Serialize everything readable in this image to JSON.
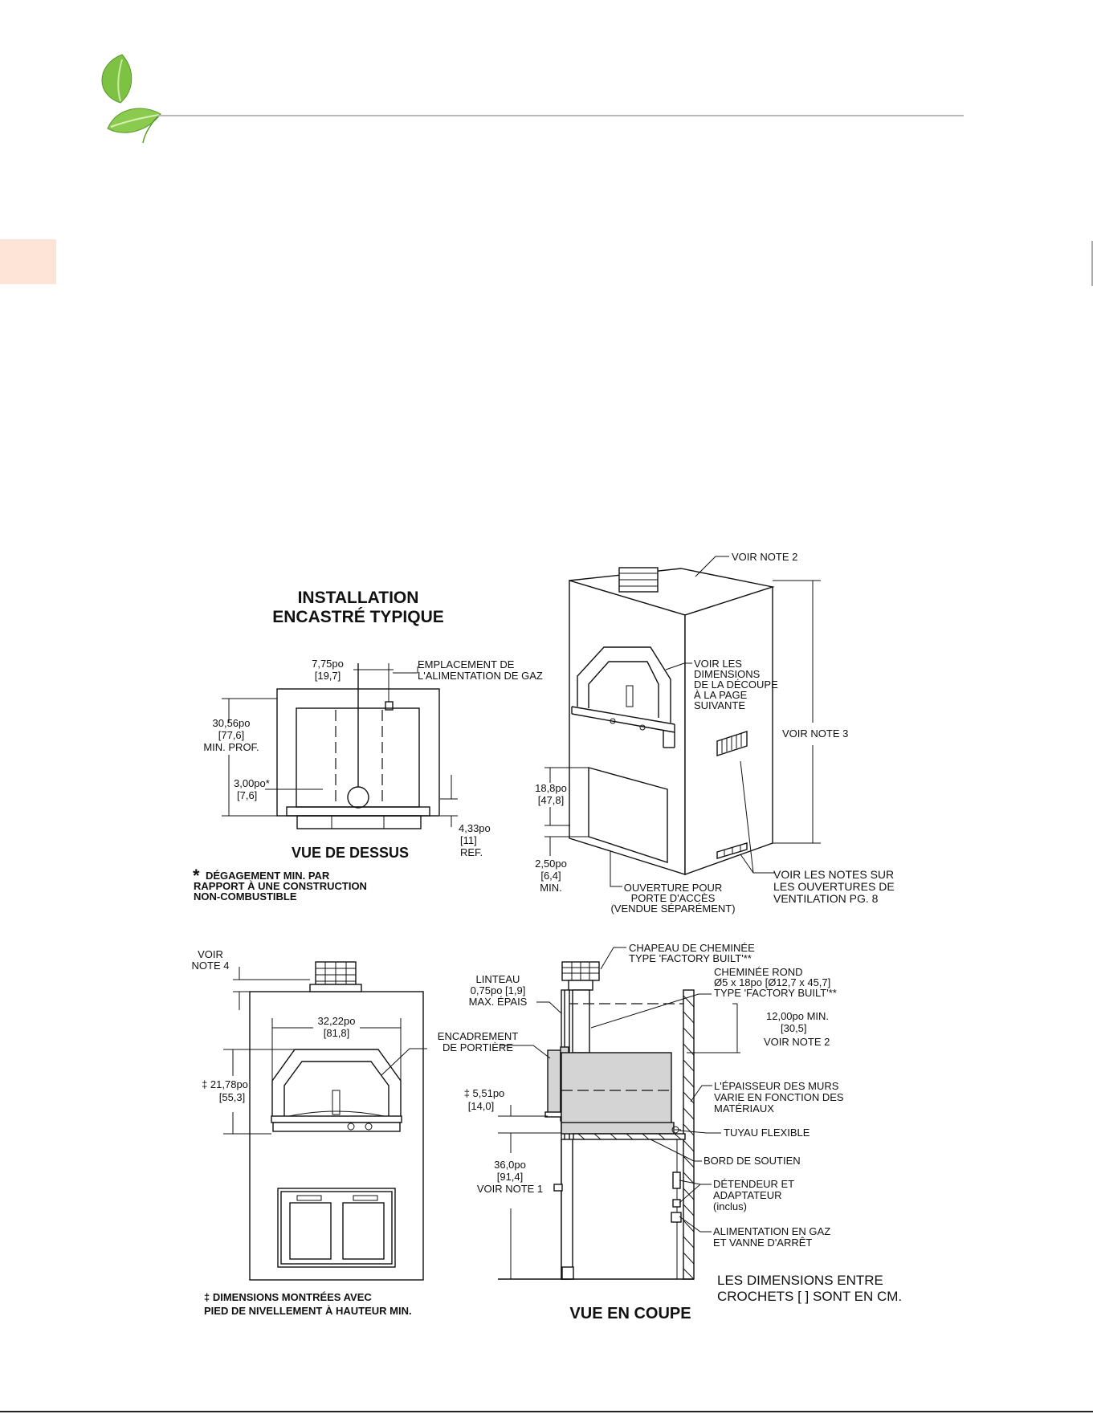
{
  "colors": {
    "accent_line": "#b8b8b8",
    "side_tab": "#fde4d6",
    "leaf_green": "#7dc243"
  },
  "icons": {
    "logo": "leaf-logo-icon",
    "tab": "side-tab-marker"
  },
  "title": {
    "line1": "INSTALLATION",
    "line2": "ENCASTRÉ TYPIQUE"
  },
  "top_view": {
    "dim_775": "7,75po",
    "dim_197": "[19,7]",
    "gas_label_1": "EMPLACEMENT DE",
    "gas_label_2": "L'ALIMENTATION DE GAZ",
    "depth_1": "30,56po",
    "depth_2": "[77,6]",
    "depth_3": "MIN. PROF.",
    "clr_1": "3,00po*",
    "clr_2": "[7,6]",
    "ref_1": "4,33po",
    "ref_2": "[11]",
    "ref_3": "REF.",
    "caption": "VUE DE DESSUS",
    "footnote_mark": "*",
    "footnote_1": "DÉGAGEMENT MIN. PAR",
    "footnote_2": "RAPPORT À UNE CONSTRUCTION",
    "footnote_3": "NON-COMBUSTIBLE"
  },
  "iso_view": {
    "note2": "VOIR NOTE 2",
    "note3": "VOIR NOTE 3",
    "cutout_1": "VOIR LES",
    "cutout_2": "DIMENSIONS",
    "cutout_3": "DE LA DÉCOUPE",
    "cutout_4": "À LA PAGE",
    "cutout_5": "SUIVANTE",
    "h188_1": "18,8po",
    "h188_2": "[47,8]",
    "h250_1": "2,50po",
    "h250_2": "[6,4]",
    "h250_3": "MIN.",
    "access_1": "OUVERTURE POUR",
    "access_2": "PORTE D'ACCÈS",
    "access_3": "(VENDUE SÉPARÉMENT)",
    "vent_1": "VOIR LES NOTES SUR",
    "vent_2": "LES OUVERTURES DE",
    "vent_3": "VENTILATION PG. 8"
  },
  "front_view": {
    "note4_1": "VOIR",
    "note4_2": "NOTE 4",
    "w_1": "32,22po",
    "w_2": "[81,8]",
    "h_1": "‡ 21,78po",
    "h_2": "[55,3]",
    "footnote_1": "‡  DIMENSIONS MONTRÉES AVEC",
    "footnote_2": "PIED DE NIVELLEMENT À HAUTEUR MIN."
  },
  "section_view": {
    "cap_1": "CHAPEAU DE CHEMINÉE",
    "cap_2": "TYPE 'FACTORY BUILT'**",
    "chim_1": "CHEMINÉE ROND",
    "chim_2": "Ø5 x 18po [Ø12,7 x 45,7]",
    "chim_3": "TYPE 'FACTORY BUILT'**",
    "lint_1": "LINTEAU",
    "lint_2": "0,75po [1,9]",
    "lint_3": "MAX. ÉPAIS",
    "clr_1": "12,00po MIN.",
    "clr_2": "[30,5]",
    "clr_3": "VOIR NOTE 2",
    "frame_1": "ENCADREMENT",
    "frame_2": "DE PORTIÈRE",
    "wall_1": "L'ÉPAISSEUR DES MURS",
    "wall_2": "VARIE EN FONCTION DES",
    "wall_3": "MATÉRIAUX",
    "h551_1": "‡ 5,51po",
    "h551_2": "[14,0]",
    "hose": "TUYAU FLEXIBLE",
    "ledge": "BORD DE SOUTIEN",
    "h360_1": "36,0po",
    "h360_2": "[91,4]",
    "h360_3": "VOIR NOTE 1",
    "reg_1": "DÉTENDEUR ET",
    "reg_2": "ADAPTATEUR",
    "reg_3": "(inclus)",
    "gas_1": "ALIMENTATION EN GAZ",
    "gas_2": "ET VANNE D'ARRÊT",
    "cm_1": "LES DIMENSIONS ENTRE",
    "cm_2": "CROCHETS [ ] SONT EN CM.",
    "caption": "VUE EN COUPE"
  }
}
